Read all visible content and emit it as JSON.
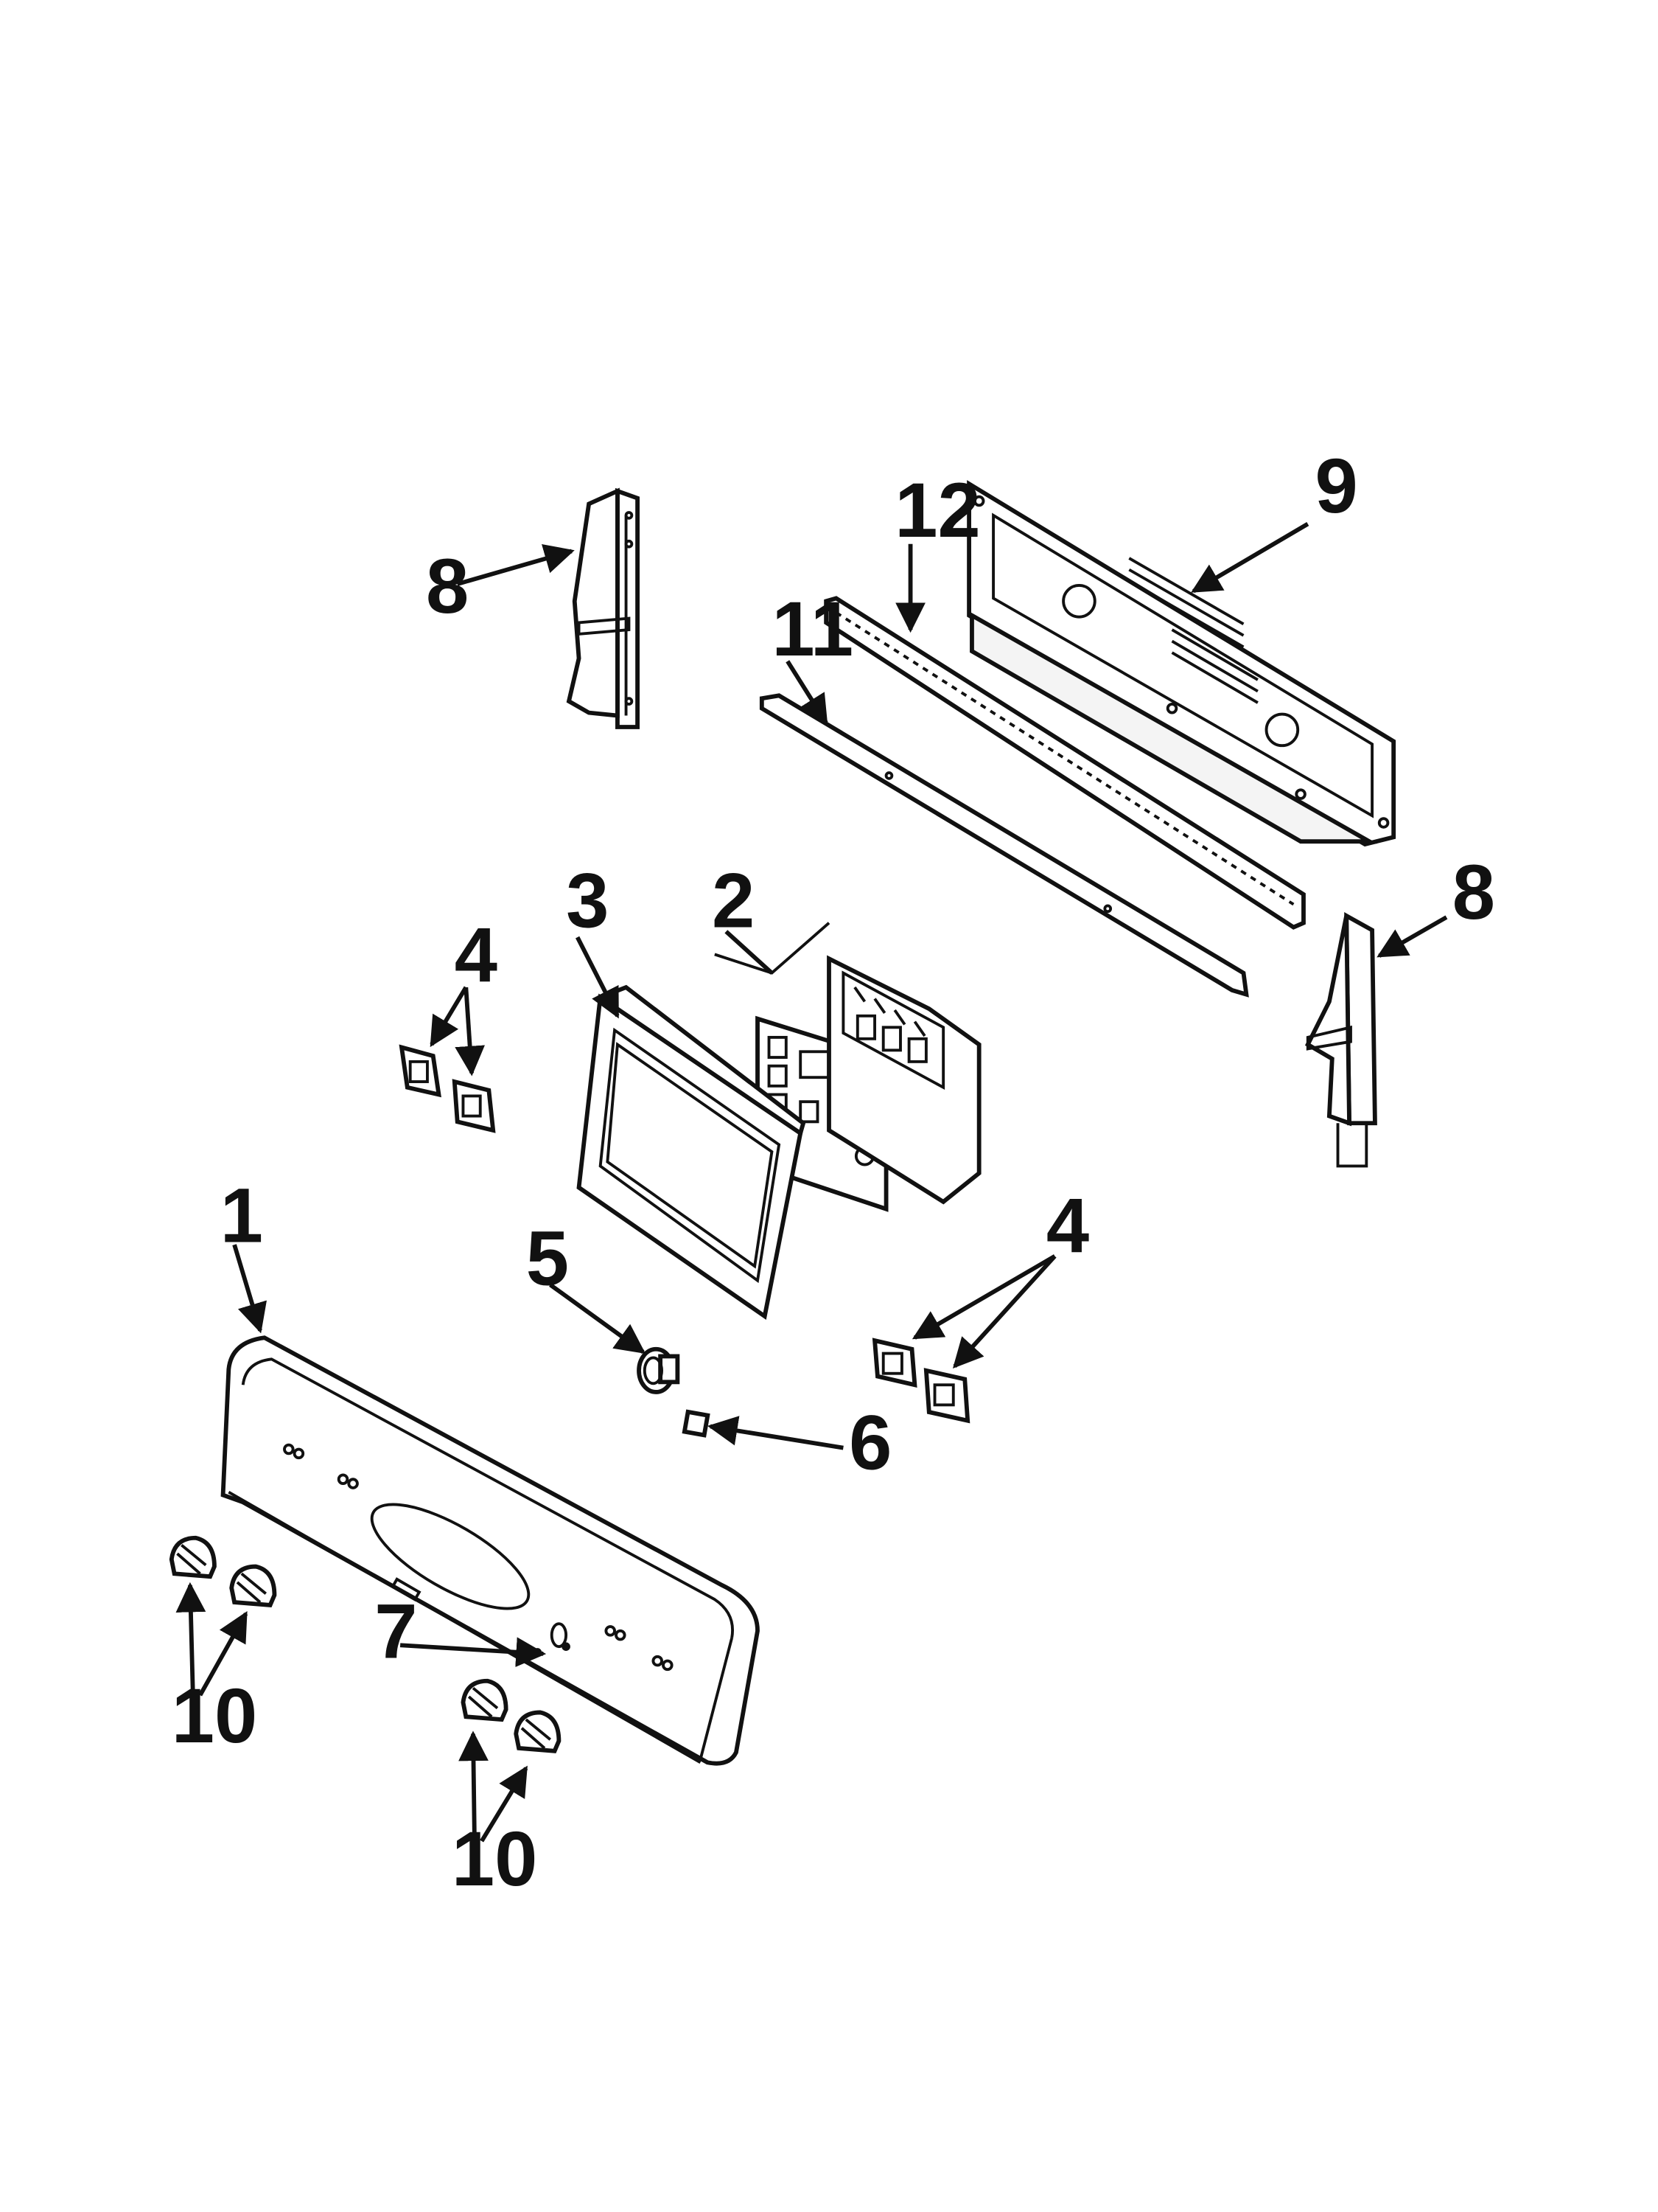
{
  "callouts": {
    "c1": "1",
    "c2": "2",
    "c3": "3",
    "c4a": "4",
    "c4b": "4",
    "c5": "5",
    "c6": "6",
    "c7": "7",
    "c8a": "8",
    "c8b": "8",
    "c9": "9",
    "c10a": "10",
    "c10b": "10",
    "c11": "11",
    "c12": "12"
  }
}
